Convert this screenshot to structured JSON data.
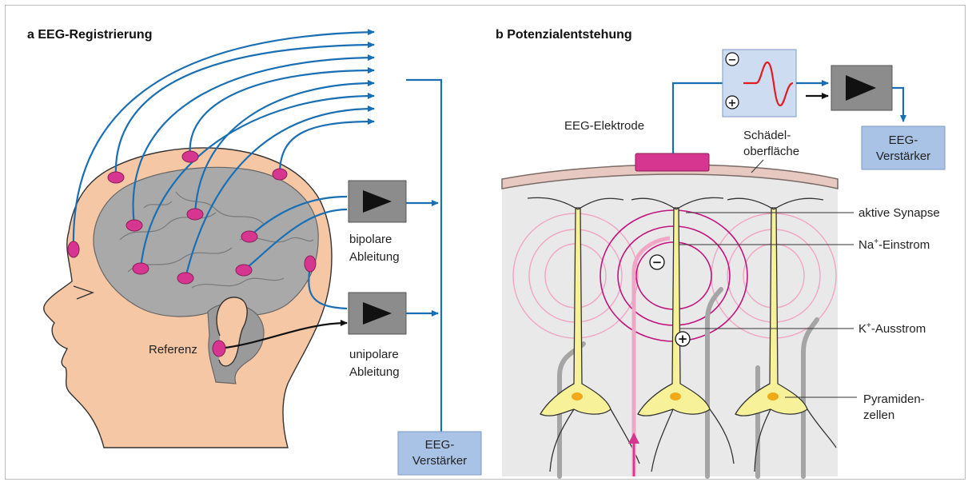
{
  "panel_a": {
    "title": "a  EEG-Registrierung",
    "label_bipolar_1": "bipolare",
    "label_bipolar_2": "Ableitung",
    "label_unipolar_1": "unipolare",
    "label_unipolar_2": "Ableitung",
    "label_referenz": "Referenz",
    "amplifier_line_1": "EEG-",
    "amplifier_line_2": "Verstärker"
  },
  "panel_b": {
    "title": "b  Potenzialentstehung",
    "label_electrode": "EEG-Elektrode",
    "label_skull_1": "Schädel-",
    "label_skull_2": "oberfläche",
    "amplifier_line_1": "EEG-",
    "amplifier_line_2": "Verstärker",
    "label_active_synapse": "aktive Synapse",
    "label_na_prefix": "Na",
    "label_na_sup": "+",
    "label_na_suffix": "-Einstrom",
    "label_k_prefix": "K",
    "label_k_sup": "+",
    "label_k_suffix": "-Ausstrom",
    "label_pyramid_1": "Pyramiden-",
    "label_pyramid_2": "zellen",
    "minus_symbol": "−",
    "plus_symbol": "+"
  },
  "colors": {
    "wire_blue": "#1a6fb4",
    "electrode_magenta": "#d6368f",
    "skin": "#f6c7a5",
    "brain_gray": "#a9a9a9",
    "box_blue": "#a9c3e6",
    "amp_gray": "#8c8c8c",
    "neuron_yellow": "#f7f29a",
    "field_magenta": "#c0157d"
  }
}
